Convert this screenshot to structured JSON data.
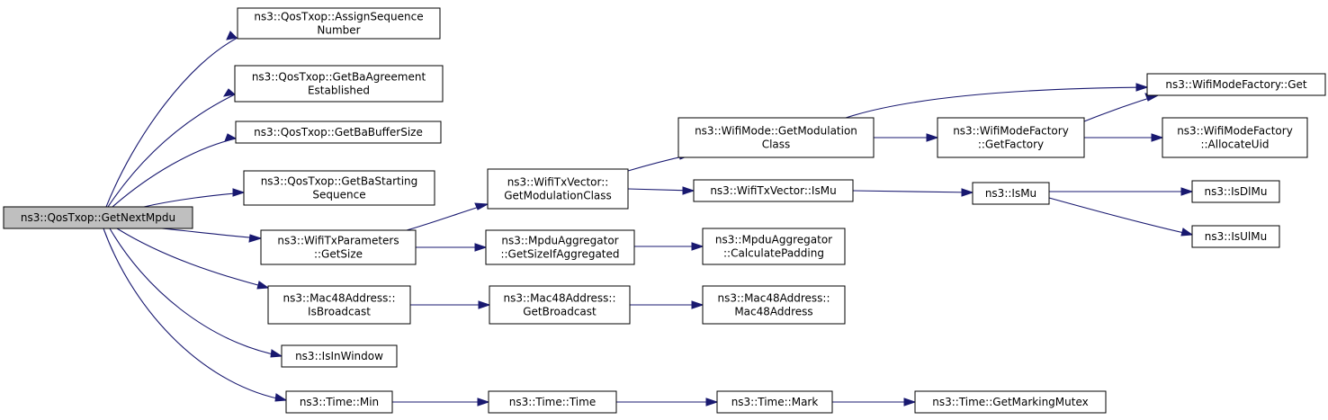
{
  "graph": {
    "root": "ns3::QosTxop::GetNextMpdu",
    "nodes": [
      {
        "id": "getnextmpdu",
        "lines": [
          "ns3::QosTxop::GetNextMpdu"
        ],
        "root": true
      },
      {
        "id": "assignseq",
        "lines": [
          "ns3::QosTxop::AssignSequence",
          "Number"
        ]
      },
      {
        "id": "getbaagreement",
        "lines": [
          "ns3::QosTxop::GetBaAgreement",
          "Established"
        ]
      },
      {
        "id": "getbabuffersize",
        "lines": [
          "ns3::QosTxop::GetBaBufferSize"
        ]
      },
      {
        "id": "getbastarting",
        "lines": [
          "ns3::QosTxop::GetBaStarting",
          "Sequence"
        ]
      },
      {
        "id": "txparams-getsize",
        "lines": [
          "ns3::WifiTxParameters",
          "::GetSize"
        ]
      },
      {
        "id": "mac48-isbroadcast",
        "lines": [
          "ns3::Mac48Address::",
          "IsBroadcast"
        ]
      },
      {
        "id": "isinwindow",
        "lines": [
          "ns3::IsInWindow"
        ]
      },
      {
        "id": "time-min",
        "lines": [
          "ns3::Time::Min"
        ]
      },
      {
        "id": "txvector-getmodclass",
        "lines": [
          "ns3::WifiTxVector::",
          "GetModulationClass"
        ]
      },
      {
        "id": "mpduagg-getsize",
        "lines": [
          "ns3::MpduAggregator",
          "::GetSizeIfAggregated"
        ]
      },
      {
        "id": "mac48-getbroadcast",
        "lines": [
          "ns3::Mac48Address::",
          "GetBroadcast"
        ]
      },
      {
        "id": "time-time",
        "lines": [
          "ns3::Time::Time"
        ]
      },
      {
        "id": "wifimode-getmodclass",
        "lines": [
          "ns3::WifiMode::GetModulation",
          "Class"
        ]
      },
      {
        "id": "txvector-ismu",
        "lines": [
          "ns3::WifiTxVector::IsMu"
        ]
      },
      {
        "id": "mpduagg-calcpad",
        "lines": [
          "ns3::MpduAggregator",
          "::CalculatePadding"
        ]
      },
      {
        "id": "mac48-ctor",
        "lines": [
          "ns3::Mac48Address::",
          "Mac48Address"
        ]
      },
      {
        "id": "time-mark",
        "lines": [
          "ns3::Time::Mark"
        ]
      },
      {
        "id": "modefactory-getfactory",
        "lines": [
          "ns3::WifiModeFactory",
          "::GetFactory"
        ]
      },
      {
        "id": "ismu",
        "lines": [
          "ns3::IsMu"
        ]
      },
      {
        "id": "time-getmarkingmutex",
        "lines": [
          "ns3::Time::GetMarkingMutex"
        ]
      },
      {
        "id": "modefactory-get",
        "lines": [
          "ns3::WifiModeFactory::Get"
        ]
      },
      {
        "id": "modefactory-allocateuid",
        "lines": [
          "ns3::WifiModeFactory",
          "::AllocateUid"
        ]
      },
      {
        "id": "isdlmu",
        "lines": [
          "ns3::IsDlMu"
        ]
      },
      {
        "id": "isulmu",
        "lines": [
          "ns3::IsUlMu"
        ]
      }
    ],
    "edges": [
      [
        "getnextmpdu",
        "assignseq"
      ],
      [
        "getnextmpdu",
        "getbaagreement"
      ],
      [
        "getnextmpdu",
        "getbabuffersize"
      ],
      [
        "getnextmpdu",
        "getbastarting"
      ],
      [
        "getnextmpdu",
        "txparams-getsize"
      ],
      [
        "getnextmpdu",
        "mac48-isbroadcast"
      ],
      [
        "getnextmpdu",
        "isinwindow"
      ],
      [
        "getnextmpdu",
        "time-min"
      ],
      [
        "txparams-getsize",
        "txvector-getmodclass"
      ],
      [
        "txparams-getsize",
        "mpduagg-getsize"
      ],
      [
        "mac48-isbroadcast",
        "mac48-getbroadcast"
      ],
      [
        "time-min",
        "time-time"
      ],
      [
        "txvector-getmodclass",
        "wifimode-getmodclass"
      ],
      [
        "txvector-getmodclass",
        "txvector-ismu"
      ],
      [
        "mpduagg-getsize",
        "mpduagg-calcpad"
      ],
      [
        "mac48-getbroadcast",
        "mac48-ctor"
      ],
      [
        "time-time",
        "time-mark"
      ],
      [
        "wifimode-getmodclass",
        "modefactory-get"
      ],
      [
        "wifimode-getmodclass",
        "modefactory-getfactory"
      ],
      [
        "txvector-ismu",
        "ismu"
      ],
      [
        "time-mark",
        "time-getmarkingmutex"
      ],
      [
        "modefactory-getfactory",
        "modefactory-get"
      ],
      [
        "modefactory-getfactory",
        "modefactory-allocateuid"
      ],
      [
        "ismu",
        "isdlmu"
      ],
      [
        "ismu",
        "isulmu"
      ]
    ]
  }
}
